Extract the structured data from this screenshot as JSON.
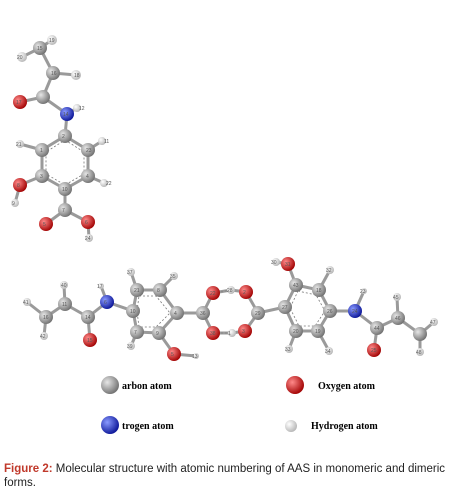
{
  "legend": {
    "carbon": "arbon atom",
    "oxygen": "Oxygen atom",
    "nitrogen": "trogen atom",
    "hydrogen": "Hydrogen atom"
  },
  "caption": {
    "lead": "Figure 2:",
    "text": " Molecular structure with atomic numbering of AAS in monomeric and dimeric forms."
  },
  "colors": {
    "carbon": "#8c8c8c",
    "oxygen": "#d42020",
    "nitrogen": "#2030c8",
    "hydrogen": "#e8e8e8",
    "caption_lead": "#c0392b"
  },
  "atom_labels": {
    "monomer": [
      "20",
      "19",
      "15",
      "18",
      "16",
      "17",
      "12",
      "21",
      "14",
      "11",
      "22",
      "2",
      "1",
      "23",
      "3",
      "4",
      "9",
      "8",
      "10",
      "7",
      "5",
      "6",
      "24",
      "13"
    ],
    "dimer": [
      "40",
      "17",
      "37",
      "35",
      "41",
      "16",
      "14",
      "42",
      "15",
      "11",
      "6",
      "10",
      "12",
      "21",
      "8",
      "4",
      "9",
      "39",
      "13",
      "7",
      "5",
      "22",
      "36",
      "38",
      "28",
      "1",
      "2",
      "3",
      "29",
      "30",
      "31",
      "32",
      "33",
      "34",
      "27",
      "43",
      "18",
      "26",
      "19",
      "20",
      "23",
      "24",
      "25",
      "44",
      "45",
      "46",
      "47",
      "48"
    ]
  }
}
